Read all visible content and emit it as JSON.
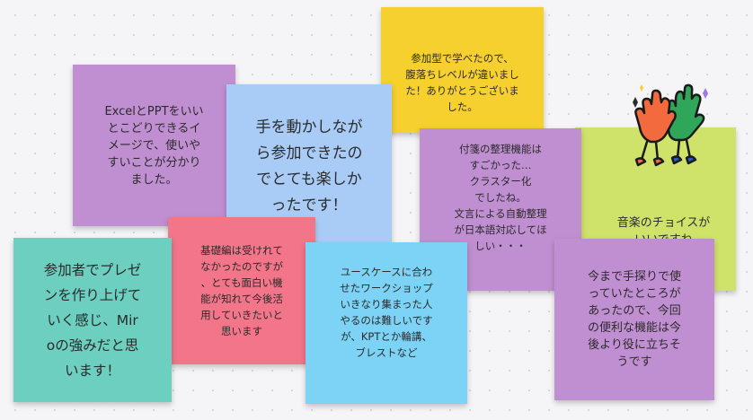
{
  "board": {
    "notes": [
      {
        "id": "n1",
        "text": "ExcelとPPTをいい\nとこどりできるイ\nメージで、使いや\nすいことが分かり\nました。",
        "color": "#c08fd1"
      },
      {
        "id": "n2",
        "text": "手を動かしなが\nら参加できたの\nでとても楽しか\nったです！",
        "color": "#a9ccf7"
      },
      {
        "id": "n3",
        "text": "参加型で学べたので、\n腹落ちレベルが違いまし\nた！ありがとうございま\nした。",
        "color": "#f6d02f"
      },
      {
        "id": "n4",
        "text": "付箋の整理機能は\nすごかった…\nクラスター化\nでしたね。\n文言による自動整理\nが日本語対応してほ\nしい・・・",
        "color": "#c08fd1"
      },
      {
        "id": "n5",
        "text": "音楽のチョイスが\nいいですね",
        "color": "#cfe26a"
      },
      {
        "id": "n6",
        "text": "参加者でプレゼ\nンを作り上げて\nいく感じ、Mir\noの強みだと思\nいます！",
        "color": "#6ccfc0"
      },
      {
        "id": "n7",
        "text": "基礎編は受けれて\nなかったのですが\n、とても面白い機\n能が知れて今後活\n用していきたいと\n思います",
        "color": "#f27589"
      },
      {
        "id": "n8",
        "text": "ユースケースに合わ\nせたワークショップ\nいきなり集まった人\nやるのは難しいです\nが、KPTとか輪講、\nブレストなど",
        "color": "#7dd3f5"
      },
      {
        "id": "n9",
        "text": "今まで手探りで使\nっていたところが\nあったので、今回\nの便利な機能は今\n後より役に立ちそ\nうです",
        "color": "#c08fd1"
      }
    ],
    "sticker": {
      "icon": "high-five-hands-icon"
    }
  }
}
